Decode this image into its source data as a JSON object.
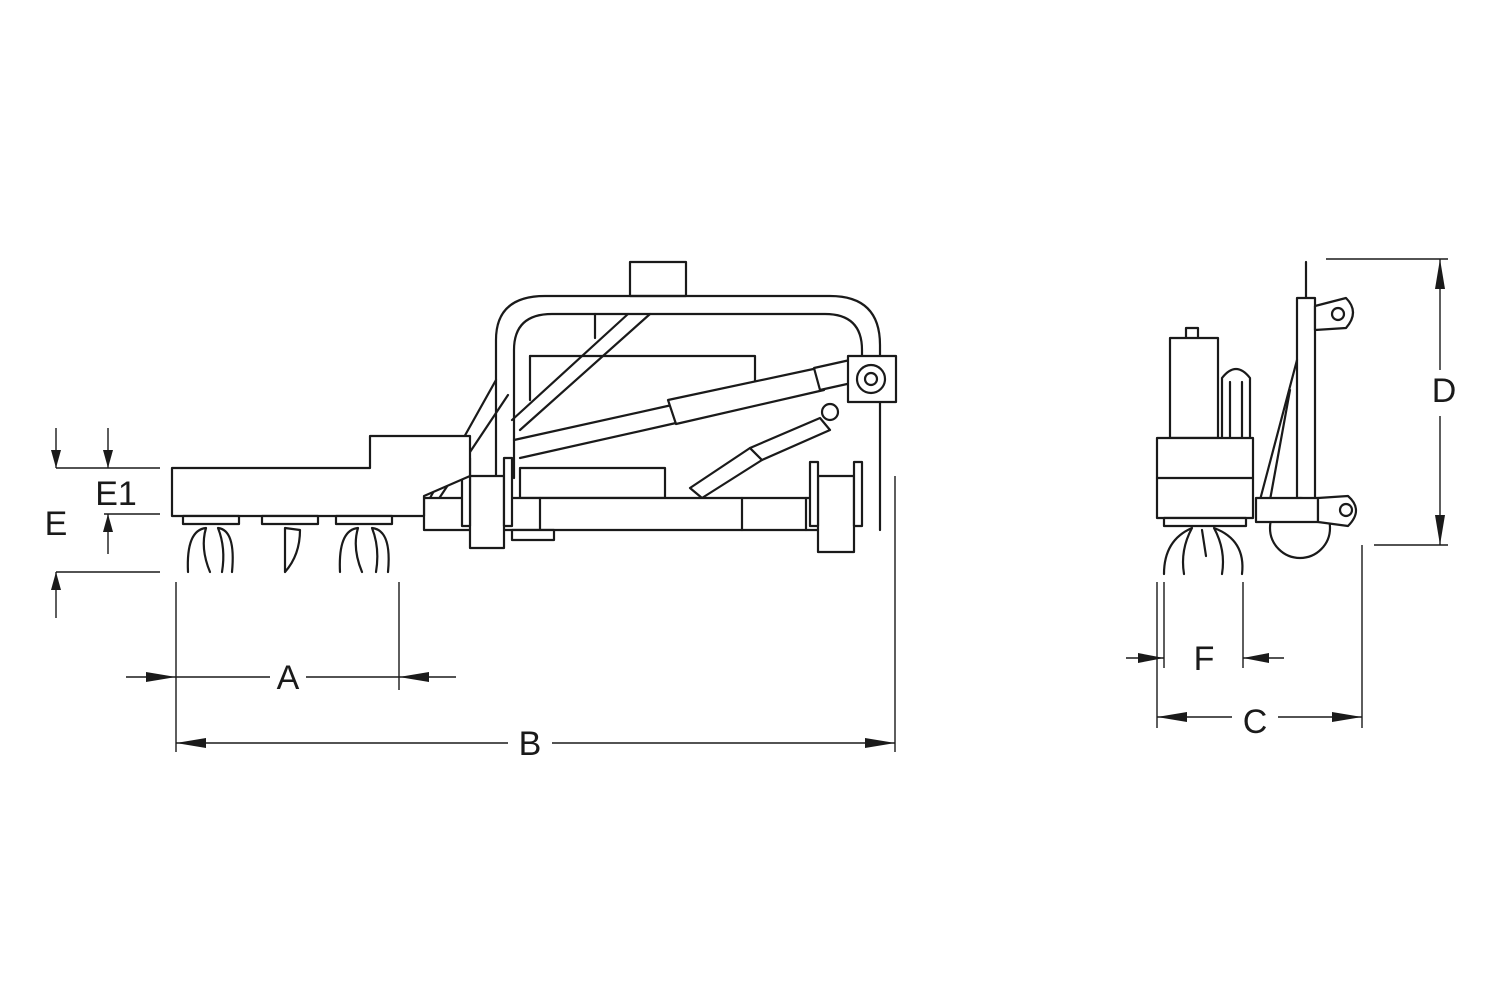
{
  "labels": {
    "A": "A",
    "B": "B",
    "C": "C",
    "D": "D",
    "E": "E",
    "E1": "E1",
    "F": "F"
  }
}
